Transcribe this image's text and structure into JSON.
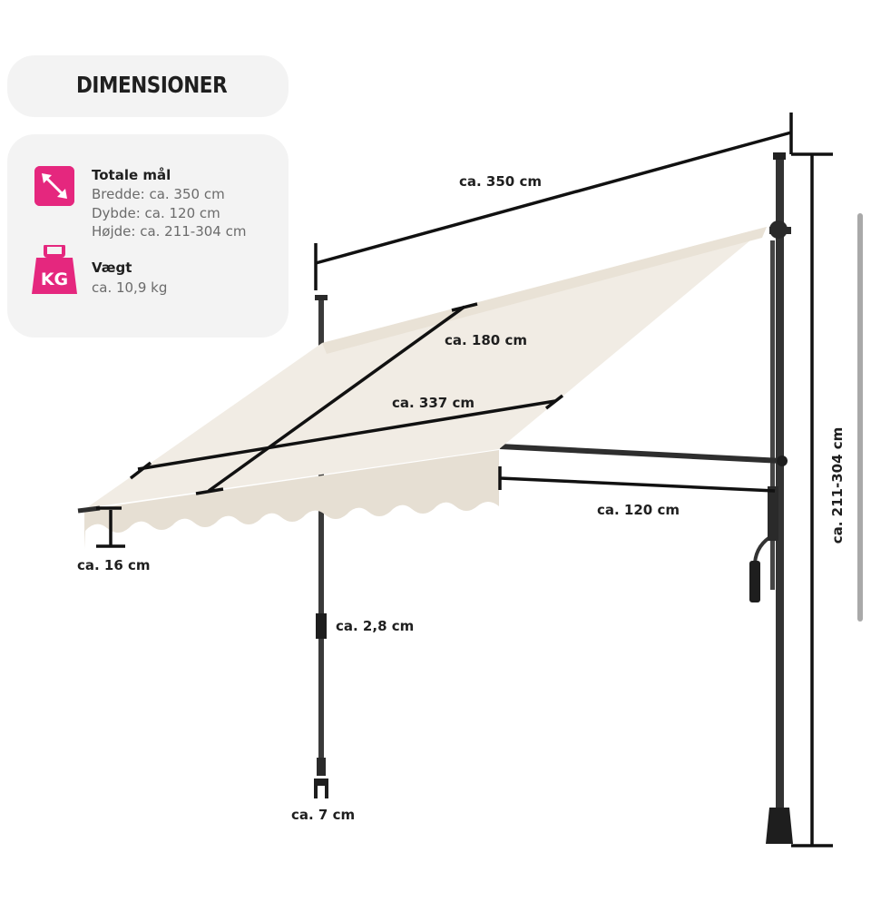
{
  "header": {
    "title": "DIMENSIONER"
  },
  "specs": {
    "dimensions": {
      "icon": "diagonal-arrows-icon",
      "heading": "Totale mål",
      "lines": [
        "Bredde: ca. 350 cm",
        "Dybde: ca. 120 cm",
        "Højde: ca. 211-304 cm"
      ]
    },
    "weight": {
      "icon": "kg-weight-icon",
      "icon_text": "KG",
      "heading": "Vægt",
      "lines": [
        "ca. 10,9 kg"
      ]
    }
  },
  "labels": {
    "width_total": "ca. 350 cm",
    "depth_cloth": "ca. 180 cm",
    "width_cloth": "ca. 337 cm",
    "depth_arm": "ca. 120 cm",
    "valance_height": "ca. 16 cm",
    "pole_diameter": "ca. 2,8 cm",
    "foot_width": "ca. 7 cm",
    "height_range": "ca. 211-304 cm"
  },
  "colors": {
    "accent": "#e5277e",
    "fabric": "#f1ece4",
    "fabric_shade": "#e6dfd3",
    "frame": "#2e2e2e",
    "dimension_line": "#111111"
  }
}
